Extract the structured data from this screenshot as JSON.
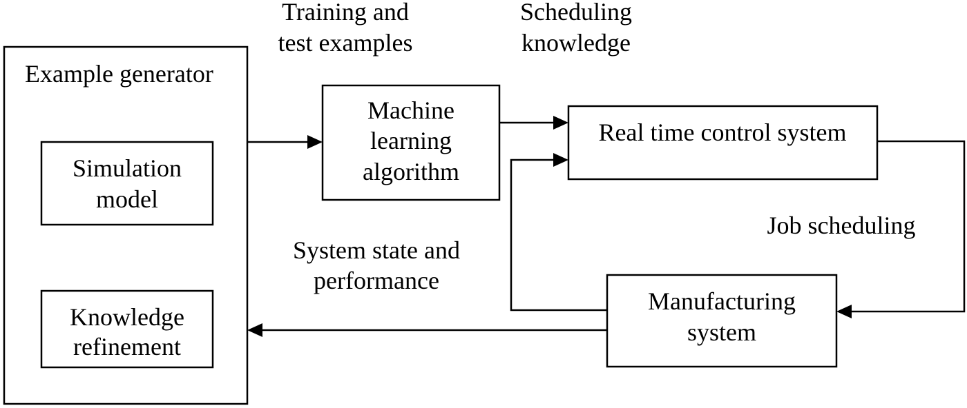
{
  "diagram": {
    "example_generator": "Example generator",
    "simulation_model": [
      "Simulation",
      "model"
    ],
    "knowledge_refinement": [
      "Knowledge",
      "refinement"
    ],
    "machine_learning_algorithm": [
      "Machine",
      "learning",
      "algorithm"
    ],
    "real_time_control_system": "Real time control system",
    "manufacturing_system": [
      "Manufacturing",
      "system"
    ],
    "edge_training_examples": [
      "Training and",
      "test examples"
    ],
    "edge_scheduling_knowledge": [
      "Scheduling",
      "knowledge"
    ],
    "edge_job_scheduling": "Job scheduling",
    "edge_system_state": [
      "System state and",
      "performance"
    ]
  }
}
